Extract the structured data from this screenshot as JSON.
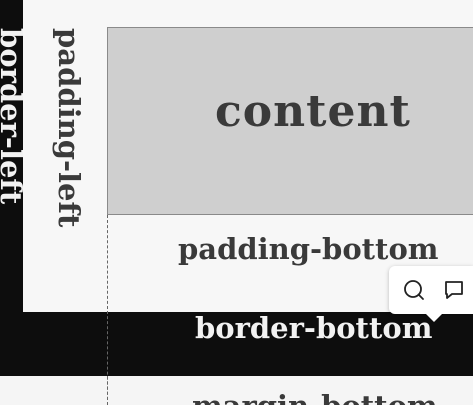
{
  "diagram": {
    "content_label": "content",
    "padding_left_label": "padding-left",
    "border_left_label": "border-left",
    "padding_bottom_label": "padding-bottom",
    "border_bottom_label": "border-bottom",
    "margin_bottom_label": "margin-bottom"
  },
  "toolbar": {
    "icons": [
      "search-icon",
      "comment-icon"
    ]
  },
  "colors": {
    "border": "#0d0d0d",
    "content": "#cfcfcf",
    "padding": "#f7f7f7",
    "dark_text": "#3a3a3a",
    "light_text": "#f2f2f2"
  }
}
